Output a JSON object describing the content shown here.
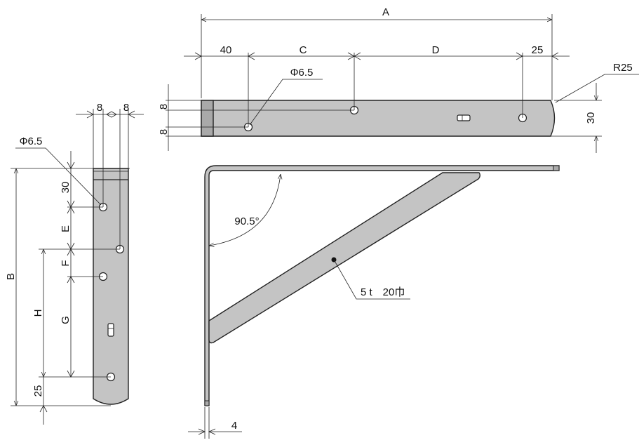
{
  "top_view": {
    "dim_overall": "A",
    "dim_first": "40",
    "dim_c": "C",
    "dim_d": "D",
    "dim_end": "25",
    "hole_label": "Φ6.5",
    "radius_label": "R25",
    "offset_top": "8",
    "offset_bottom": "8",
    "width": "30"
  },
  "side_view": {
    "offset_left": "8",
    "offset_right": "8",
    "hole_label": "Φ6.5",
    "dim_top": "30",
    "dim_e": "E",
    "dim_f": "F",
    "dim_g": "G",
    "dim_h": "H",
    "dim_b": "B",
    "dim_bottom": "25"
  },
  "front_view": {
    "angle": "90.5°",
    "brace_spec": "5 t　20巾",
    "thickness": "4"
  },
  "colors": {
    "fill": "#c4c4c4",
    "line": "#222222"
  }
}
